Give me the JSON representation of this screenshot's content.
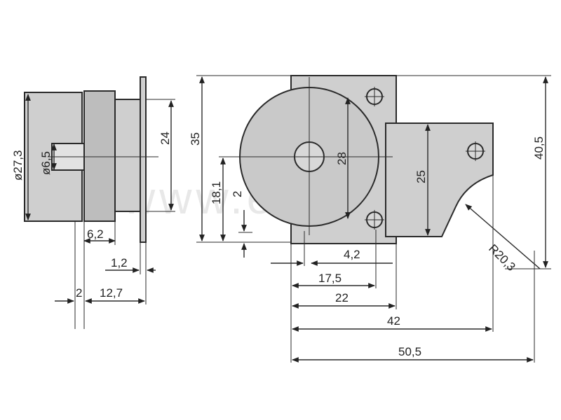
{
  "watermark": "www.elstat.pl",
  "dimensions": {
    "side_diameter_body": "ø27,3",
    "side_diameter_shaft": "ø6,5",
    "side_height_flange": "24",
    "side_width_body": "6,2",
    "side_flange_thickness": "1,2",
    "side_offset": "2",
    "side_total_depth": "12,7",
    "front_height_left": "35",
    "front_height_center": "18,1",
    "front_small_offset": "2",
    "front_hole_spacing": "28",
    "front_bracket_height": "25",
    "front_total_height": "40,5",
    "front_hub_offset": "4,2",
    "front_width_17": "17,5",
    "front_width_22": "22",
    "front_width_42": "42",
    "front_width_50": "50,5",
    "front_radius": "R20,3"
  }
}
